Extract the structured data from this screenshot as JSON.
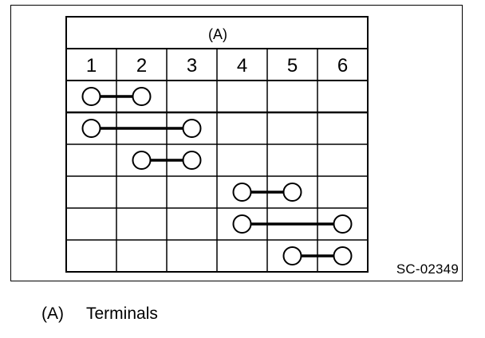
{
  "table": {
    "header": "(A)",
    "columns": [
      "1",
      "2",
      "3",
      "4",
      "5",
      "6"
    ],
    "connections": [
      {
        "from": 1,
        "to": 2
      },
      {
        "from": 1,
        "to": 3
      },
      {
        "from": 2,
        "to": 3
      },
      {
        "from": 4,
        "to": 5
      },
      {
        "from": 4,
        "to": 6
      },
      {
        "from": 5,
        "to": 6
      }
    ]
  },
  "figure_code": "SC-02349",
  "legend": {
    "key": "(A)",
    "text": "Terminals"
  }
}
